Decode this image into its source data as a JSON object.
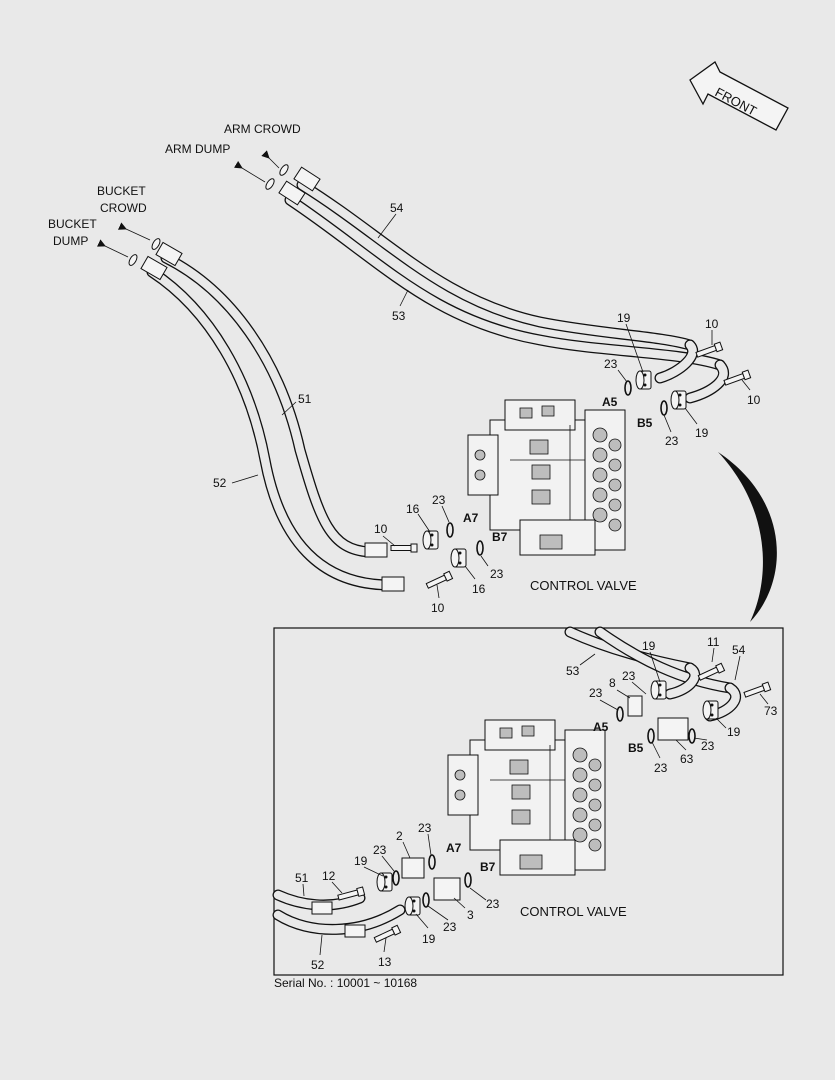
{
  "labels": {
    "arm_crowd": "ARM CROWD",
    "arm_dump": "ARM DUMP",
    "bucket_crowd_1": "BUCKET",
    "bucket_crowd_2": "CROWD",
    "bucket_dump_1": "BUCKET",
    "bucket_dump_2": "DUMP",
    "front": "FRONT",
    "control_valve": "CONTROL VALVE",
    "control_valve_inset": "CONTROL VALVE",
    "serial": "Serial No. : 10001 ~ 10168"
  },
  "ports": {
    "a5": "A5",
    "b5": "B5",
    "a7": "A7",
    "b7": "B7",
    "inset_a5": "A5",
    "inset_b5": "B5",
    "inset_a7": "A7",
    "inset_b7": "B7"
  },
  "main_parts": {
    "p54": "54",
    "p53": "53",
    "p51": "51",
    "p52": "52",
    "p19a": "19",
    "p10a": "10",
    "p23a": "23",
    "p10b": "10",
    "p23b": "23",
    "p19b": "19",
    "p16a": "16",
    "p23c": "23",
    "p10c": "10",
    "p23d": "23",
    "p16b": "16",
    "p10d": "10"
  },
  "inset_parts": {
    "p53": "53",
    "p19a": "19",
    "p11": "11",
    "p54": "54",
    "p8": "8",
    "p23a": "23",
    "p23b": "23",
    "p73": "73",
    "p23c": "23",
    "p19b": "19",
    "p23d": "23",
    "p63": "63",
    "p2": "2",
    "p23e": "23",
    "p23f": "23",
    "p19c": "19",
    "p51": "51",
    "p12": "12",
    "p23g": "23",
    "p3": "3",
    "p23h": "23",
    "p19d": "19",
    "p13": "13",
    "p52": "52"
  }
}
